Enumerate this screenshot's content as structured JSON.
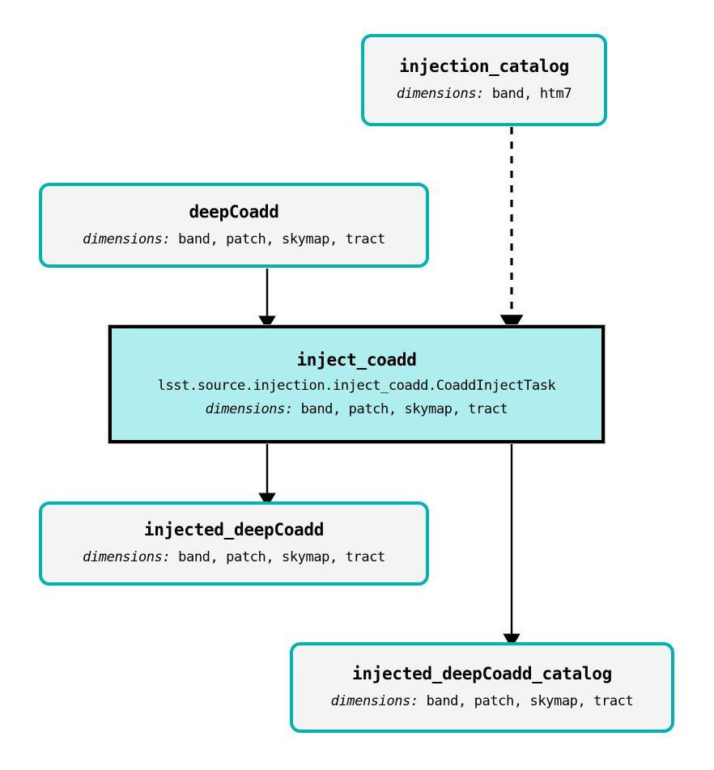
{
  "graph": {
    "type": "pipeline-dag",
    "orientation": "top-to-bottom",
    "background_color": "#ffffff",
    "dataset_border_color": "#00b3b3",
    "dataset_fill_color": "#f4f4f4",
    "task_border_color": "#000000",
    "task_fill_color": "#afeeee",
    "edge_color": "#000000"
  },
  "nodes": {
    "injection_catalog": {
      "title": "injection_catalog",
      "dims_label": "dimensions:",
      "dims_value": " band, htm7",
      "kind": "dataset"
    },
    "deepCoadd": {
      "title": "deepCoadd",
      "dims_label": "dimensions:",
      "dims_value": " band, patch, skymap, tract",
      "kind": "dataset"
    },
    "inject_coadd": {
      "title": "inject_coadd",
      "class_path": "lsst.source.injection.inject_coadd.CoaddInjectTask",
      "dims_label": "dimensions:",
      "dims_value": " band, patch, skymap, tract",
      "kind": "task"
    },
    "injected_deepCoadd": {
      "title": "injected_deepCoadd",
      "dims_label": "dimensions:",
      "dims_value": " band, patch, skymap, tract",
      "kind": "dataset"
    },
    "injected_deepCoadd_catalog": {
      "title": "injected_deepCoadd_catalog",
      "dims_label": "dimensions:",
      "dims_value": " band, patch, skymap, tract",
      "kind": "dataset"
    }
  },
  "edges": [
    {
      "id": "edge-injection_catalog-inject_coadd",
      "from": "injection_catalog",
      "to": "inject_coadd",
      "style": "dashed"
    },
    {
      "id": "edge-deepCoadd-inject_coadd",
      "from": "deepCoadd",
      "to": "inject_coadd",
      "style": "solid"
    },
    {
      "id": "edge-inject_coadd-injected_deepCoadd",
      "from": "inject_coadd",
      "to": "injected_deepCoadd",
      "style": "solid"
    },
    {
      "id": "edge-inject_coadd-injected_deepCoadd_catalog",
      "from": "inject_coadd",
      "to": "injected_deepCoadd_catalog",
      "style": "solid"
    }
  ]
}
